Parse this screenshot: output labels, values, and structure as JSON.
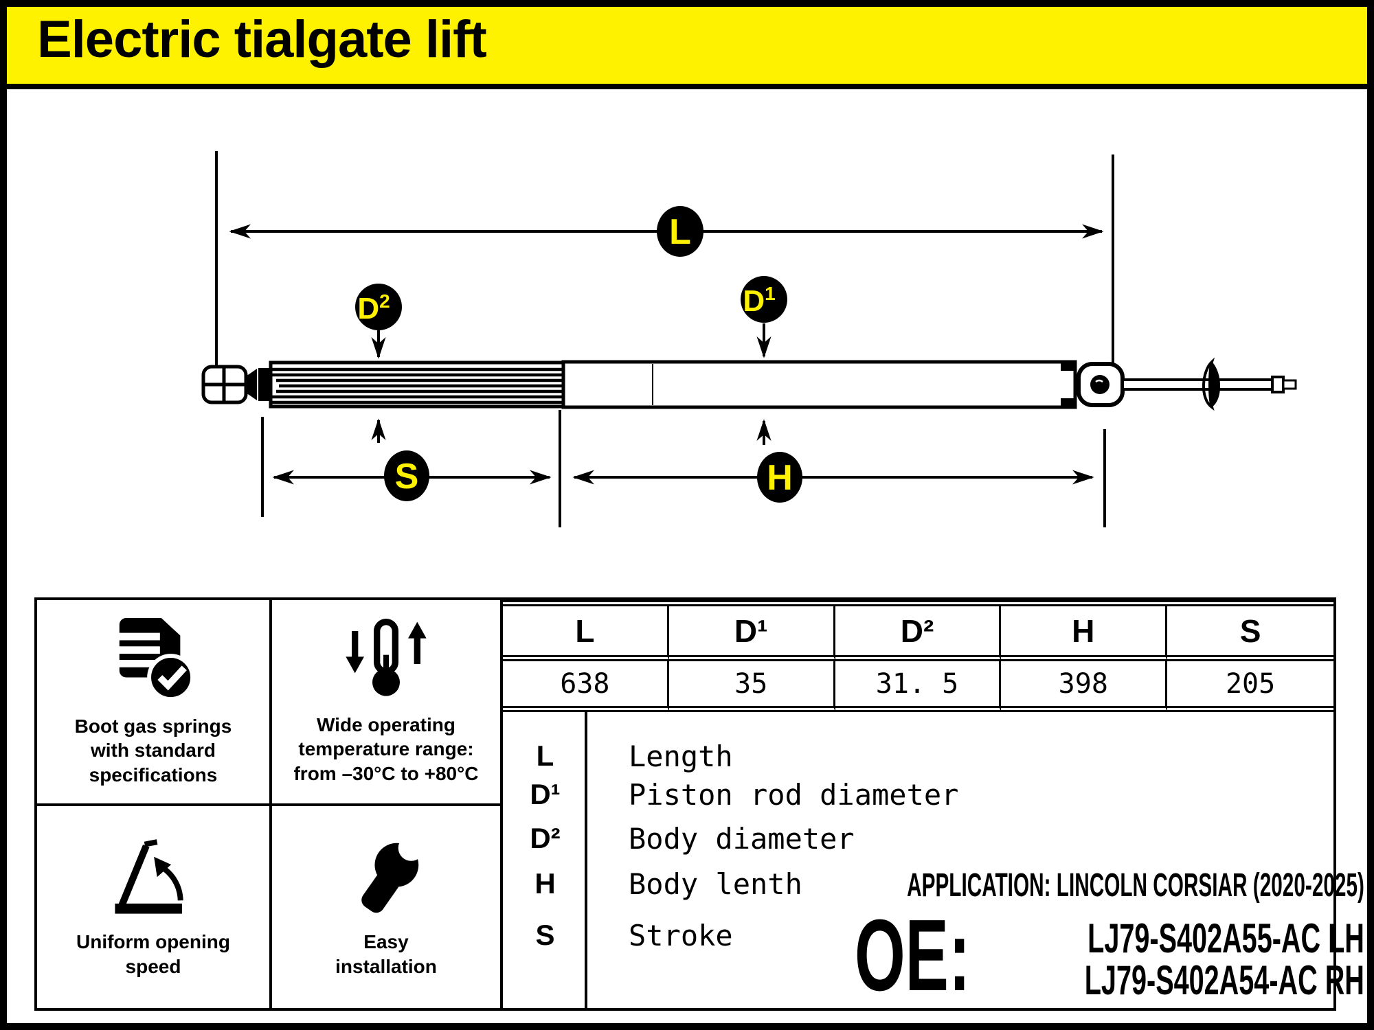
{
  "title": "Electric tialgate lift",
  "colors": {
    "accent_yellow": "#FFF200",
    "ink": "#000000"
  },
  "diagram": {
    "dim_labels": {
      "length": "L",
      "piston_rod_diameter_base": "D",
      "piston_rod_diameter_sup": "1",
      "body_diameter_base": "D",
      "body_diameter_sup": "2",
      "stroke": "S",
      "body_length": "H"
    }
  },
  "features": [
    {
      "icon": "document-check-icon",
      "label": "Boot gas springs with standard specifications"
    },
    {
      "icon": "thermometer-range-icon",
      "label": "Wide operating temperature range: from –30°C to +80°C"
    },
    {
      "icon": "opening-angle-icon",
      "label": "Uniform opening speed"
    },
    {
      "icon": "wrench-icon",
      "label": "Easy installation"
    }
  ],
  "spec_table": {
    "headers": [
      "L",
      "D¹",
      "D²",
      "H",
      "S"
    ],
    "values": [
      "638",
      "35",
      "31. 5",
      "398",
      "205"
    ]
  },
  "legend": [
    {
      "symbol": "L",
      "description": "Length"
    },
    {
      "symbol": "D¹",
      "description": "Piston rod diameter"
    },
    {
      "symbol": "D²",
      "description": "Body diameter"
    },
    {
      "symbol": "H",
      "description": "Body lenth"
    },
    {
      "symbol": "S",
      "description": "Stroke"
    }
  ],
  "application": "APPLICATION: LINCOLN CORSIAR (2020-2025)",
  "oe": {
    "label": "OE:",
    "numbers": [
      "LJ79-S402A55-AC LH",
      "LJ79-S402A54-AC RH"
    ]
  }
}
